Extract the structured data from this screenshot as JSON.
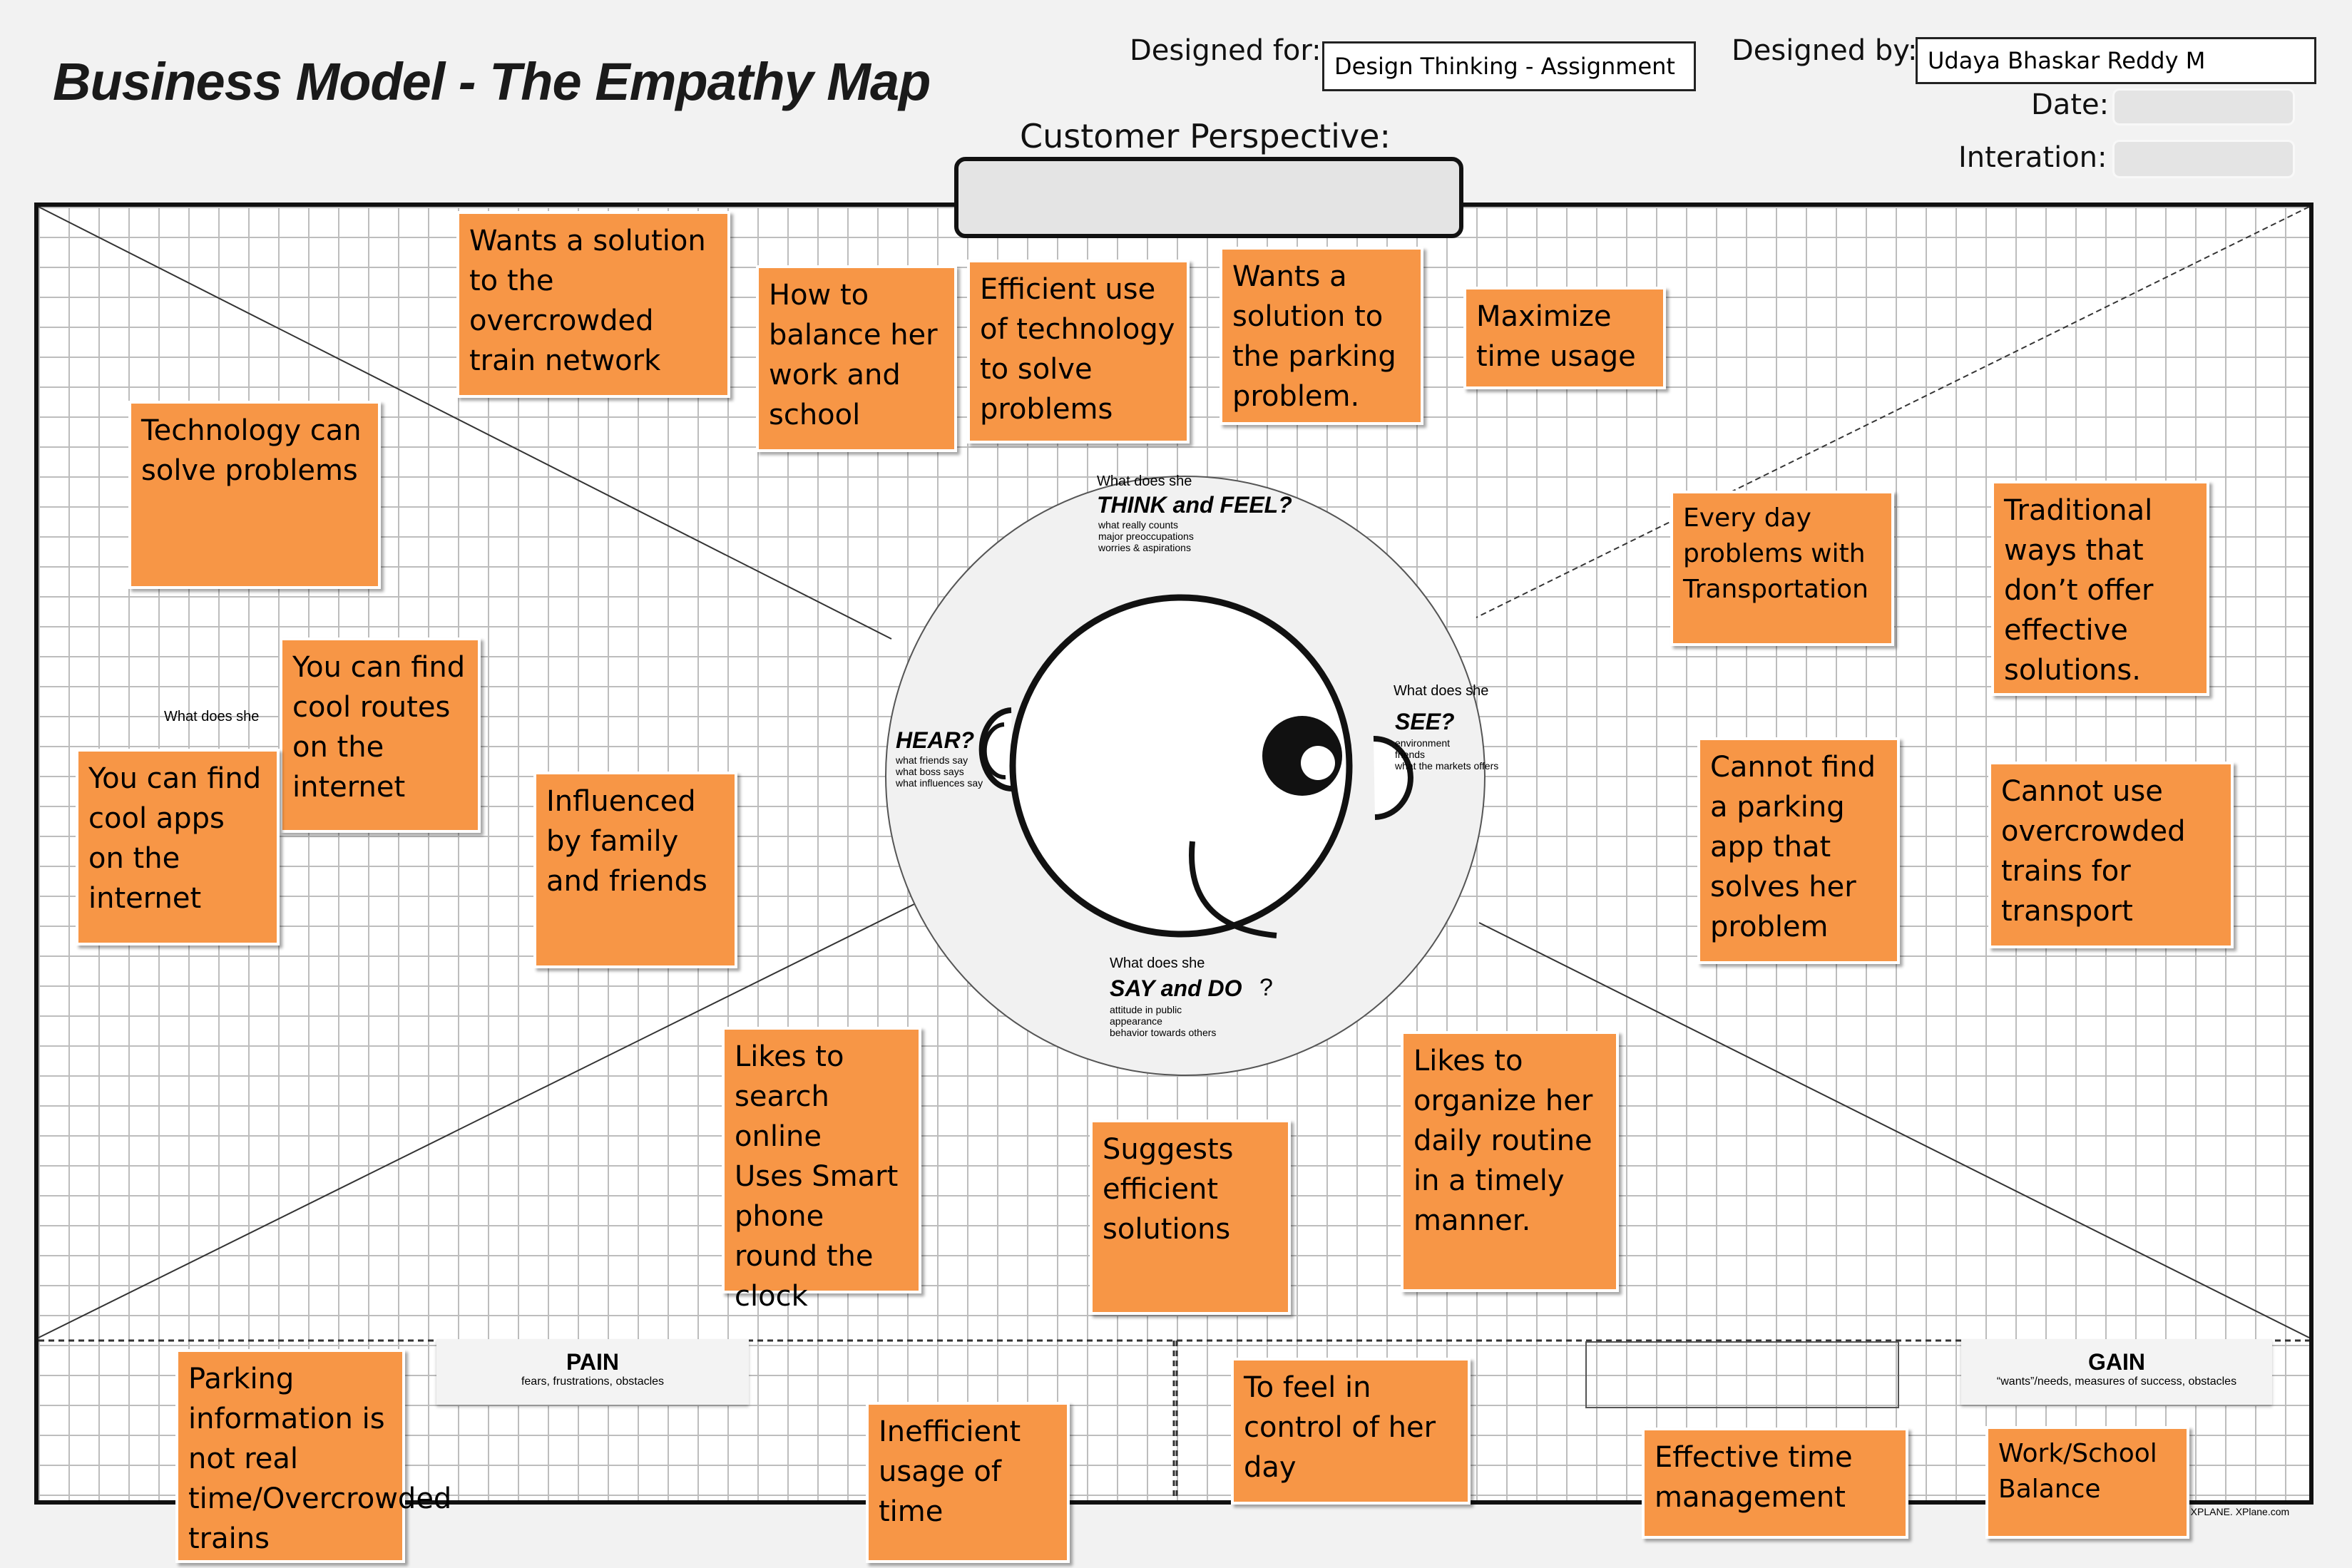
{
  "header": {
    "title": "Business Model - The Empathy Map",
    "designed_for_label": "Designed for:",
    "designed_for_value": "Design Thinking - Assignment",
    "designed_by_label": "Designed by:",
    "designed_by_value": "Udaya Bhaskar Reddy M",
    "date_label": "Date:",
    "date_value": "",
    "iteration_label": "Interation:",
    "iteration_value": "",
    "customer_perspective_label": "Customer Perspective:",
    "customer_perspective_value": ""
  },
  "center": {
    "think": {
      "pre": "What does she",
      "head": "THINK and FEEL?",
      "sub": "what really counts\nmajor preoccupations\nworries & aspirations"
    },
    "hear": {
      "pre": "What does she",
      "head": "HEAR?",
      "sub": "what friends say\nwhat boss says\nwhat influences say"
    },
    "see": {
      "pre": "What does she",
      "head": "SEE?",
      "sub": "environment\nfriends\nwhat the markets offers"
    },
    "say": {
      "pre": "What does she",
      "head": "SAY and DO",
      "q": "?",
      "sub": "attitude in public\nappearance\nbehavior towards others"
    }
  },
  "pain": {
    "title": "PAIN",
    "subtitle": "fears, frustrations, obstacles"
  },
  "gain": {
    "title": "GAIN",
    "subtitle": "“wants”/needs, measures of success, obstacles"
  },
  "credit": "n XPLANE.  XPlane.com",
  "notes": {
    "think": [
      "Wants a solution to the overcrowded train network",
      "How to balance her work and school",
      "Efficient use of technology to solve problems",
      "Wants a solution to the parking problem.",
      "Maximize time usage"
    ],
    "hear": [
      "Technology can solve problems",
      "You can find cool routes on the internet",
      "You can find cool apps on the internet",
      "Influenced by family and friends"
    ],
    "see": [
      "Every day problems with Transportation",
      "Traditional ways that don’t offer effective solutions.",
      "Cannot find a parking app that solves her problem",
      "Cannot use overcrowded trains for transport"
    ],
    "say": [
      "Likes to search online\nUses Smart phone round the clock",
      "Suggests efficient solutions",
      "Likes to organize her daily routine in a timely manner."
    ],
    "pain": [
      "Parking information is not real time/Overcrowded trains",
      "Inefficient usage of time"
    ],
    "gain": [
      "To feel in control of her day",
      "Effective time management",
      "Work/School Balance"
    ]
  }
}
